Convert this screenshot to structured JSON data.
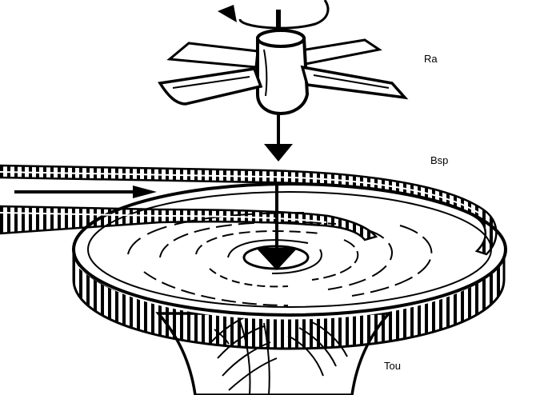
{
  "labels": {
    "rotor": "Ra",
    "bed_plate": "Bsp",
    "tower": "Tou"
  },
  "colors": {
    "ink": "#000000",
    "paper": "#ffffff"
  }
}
